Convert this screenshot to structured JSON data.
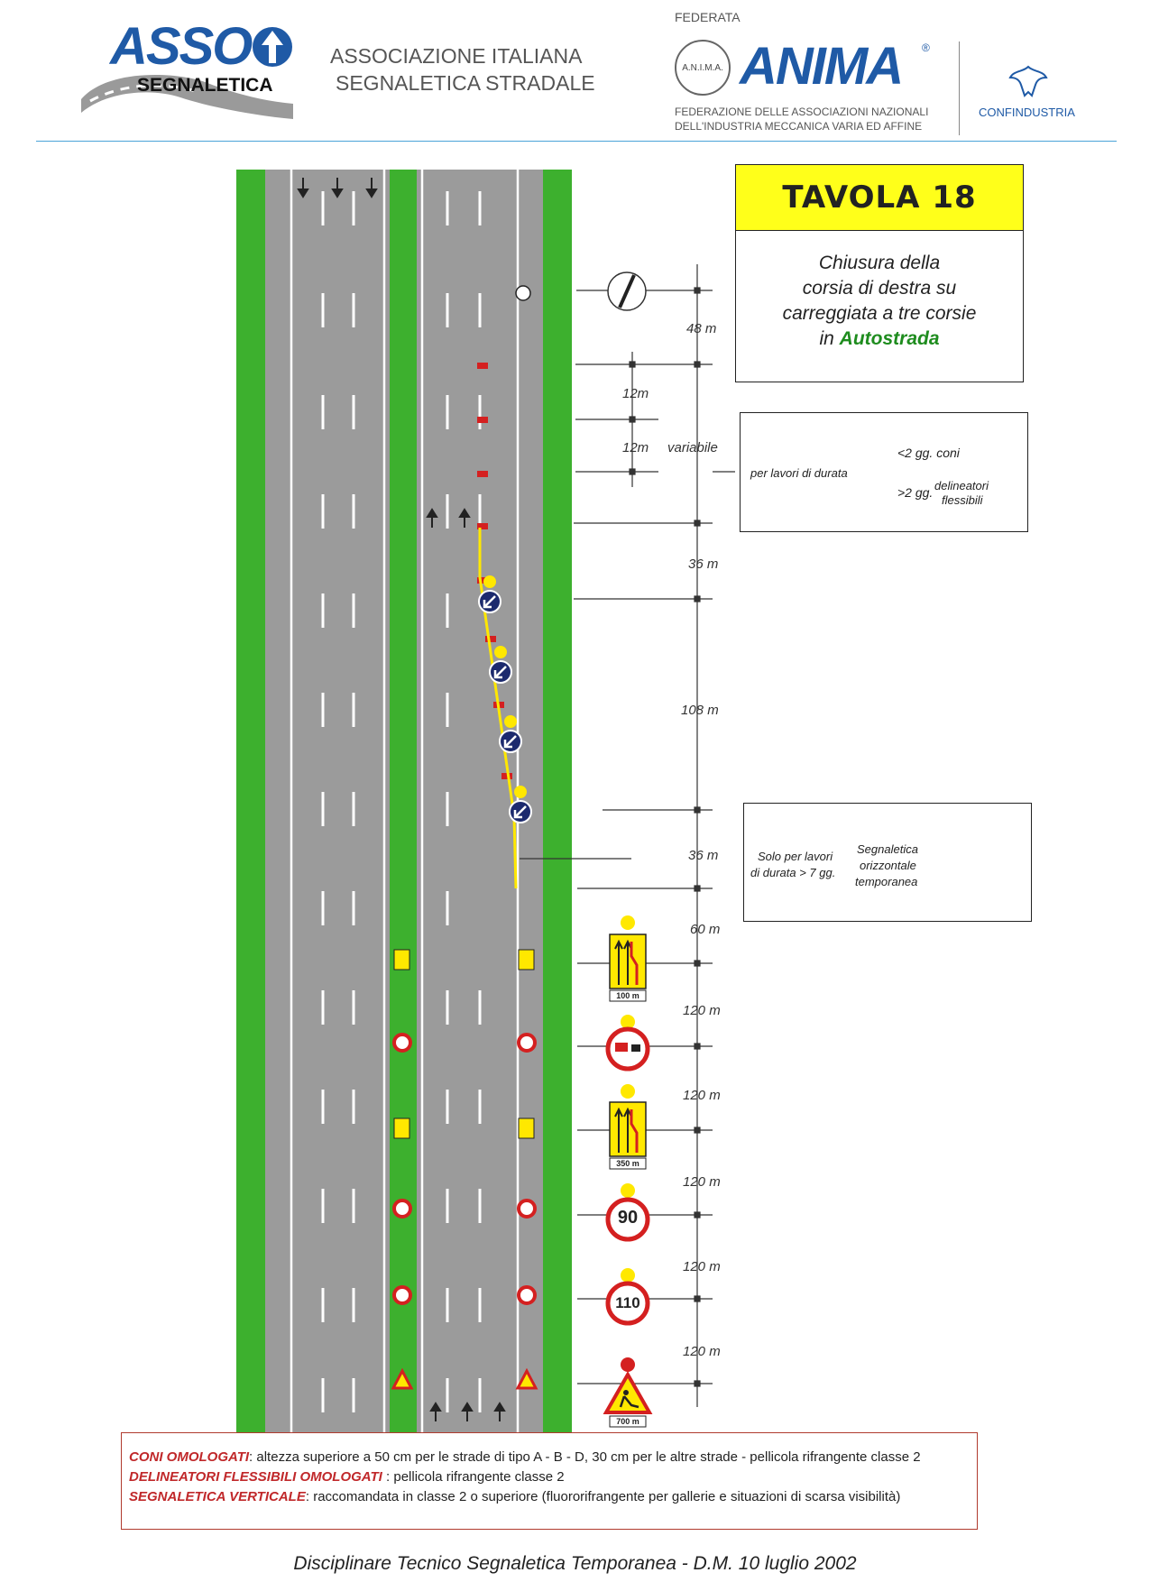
{
  "header": {
    "asso_logo": "ASSO",
    "asso_sub": "SEGNALETICA",
    "assoc_line1": "ASSOCIAZIONE ITALIANA",
    "assoc_line2": "SEGNALETICA STRADALE",
    "federata": "FEDERATA",
    "anima_badge": "A.N.I.M.A.",
    "anima_logo": "ANIMA",
    "anima_reg": "®",
    "anima_line1": "FEDERAZIONE DELLE ASSOCIAZIONI NAZIONALI",
    "anima_line2": "DELL'INDUSTRIA MECCANICA VARIA ED AFFINE",
    "confindustria": "CONFINDUSTRIA"
  },
  "tavola": {
    "title": "TAVOLA  18",
    "line1": "Chiusura della",
    "line2": "corsia di destra su",
    "line3": "carreggiata a tre corsie",
    "line4_prefix": "in ",
    "line4_highlight": "Autostrada"
  },
  "legend_cones": {
    "lead": "per lavori di durata",
    "opt1": "<2 gg. coni",
    "opt2_prefix": ">2 gg.",
    "opt2_a": "delineatori",
    "opt2_b": "flessibili"
  },
  "legend_marking": {
    "left1": "Solo per lavori",
    "left2": "di durata > 7 gg.",
    "mid1": "Segnaletica",
    "mid2": "orizzontale",
    "mid3": "temporanea"
  },
  "distances": {
    "d48": "48 m",
    "d12a": "12m",
    "d12b": "12m",
    "variabile": "variabile",
    "d36a": "36 m",
    "d108": "108 m",
    "d36b": "36 m",
    "d60": "60 m",
    "d120a": "120 m",
    "d120b": "120 m",
    "d120c": "120 m",
    "d120d": "120 m",
    "d120e": "120 m"
  },
  "signs": {
    "panel1": "100 m",
    "panel2": "350 m",
    "speed1": "90",
    "speed2": "110",
    "panel3": "700 m"
  },
  "notes": {
    "n1_label": "CONI OMOLOGATI",
    "n1_text": ": altezza superiore a 50 cm per le strade di tipo A - B - D, 30 cm per le altre strade - pellicola rifrangente classe 2",
    "n2_label": "DELINEATORI FLESSIBILI OMOLOGATI",
    "n2_text": " :  pellicola rifrangente classe 2",
    "n3_label": "SEGNALETICA VERTICALE",
    "n3_text": ": raccomandata in classe 2 o superiore (fluororifrangente per gallerie e situazioni di scarsa visibilità)"
  },
  "footer": "Disciplinare Tecnico Segnaletica Temporanea - D.M.  10 luglio 2002",
  "colors": {
    "green_verge": "#3db02e",
    "asphalt": "#9b9b9b",
    "sign_yellow": "#ffe800",
    "sign_red": "#d42020",
    "sign_blue": "#1c2a6e",
    "brand_blue": "#1f5aa6"
  }
}
